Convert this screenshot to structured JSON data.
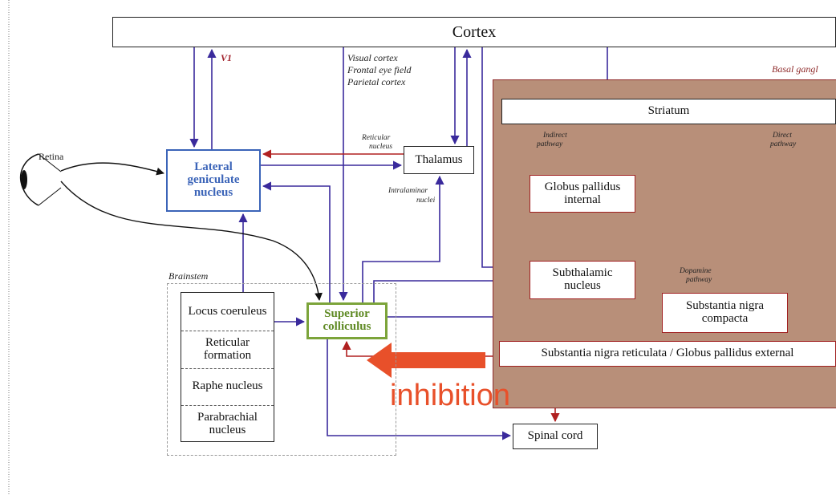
{
  "boxes": {
    "cortex": "Cortex",
    "striatum": "Striatum",
    "thalamus": "Thalamus",
    "lgn": "Lateral geniculate nucleus",
    "gpi": "Globus pallidus internal",
    "stn": "Subthalamic nucleus",
    "snc": "Substantia nigra compacta",
    "snr": "Substantia nigra reticulata / Globus pallidus external",
    "sc": "Superior colliculus",
    "spinal": "Spinal cord"
  },
  "brainstem_cells": [
    "Locus coeruleus",
    "Reticular formation",
    "Raphe nucleus",
    "Parabrachial nucleus"
  ],
  "labels": {
    "v1": "V1",
    "visual_cortex": "Visual cortex",
    "frontal_eye": "Frontal eye field",
    "parietal": "Parietal cortex",
    "basal": "Basal gangl",
    "retina": "Retina",
    "reticular_nucleus_1": "Reticular",
    "reticular_nucleus_2": "nucleus",
    "intralaminar_1": "Intralaminar",
    "intralaminar_2": "nuclei",
    "indirect_1": "Indirect",
    "indirect_2": "pathway",
    "direct_1": "Direct",
    "direct_2": "pathway",
    "dopamine_1": "Dopamine",
    "dopamine_2": "pathway",
    "brainstem": "Brainstem",
    "inhibition": "inhibition"
  },
  "colors": {
    "blue_arrow": "#3a2a9c",
    "red_arrow": "#b02020",
    "black_arrow": "#111111",
    "basal_fill": "#b88f79",
    "inhibition": "#e8502a",
    "lgn": "#3b64b8",
    "sc": "#7ca43a"
  }
}
